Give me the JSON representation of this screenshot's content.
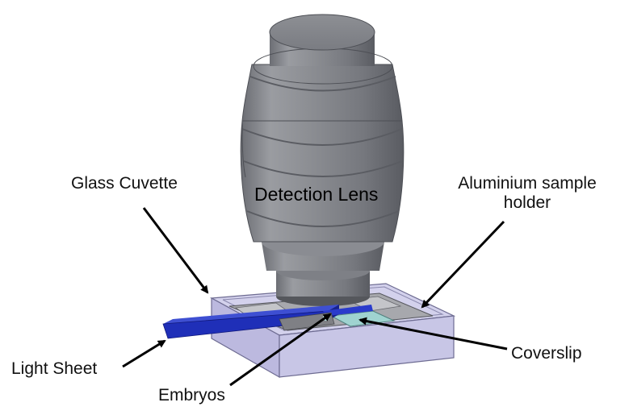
{
  "labels": {
    "glass_cuvette": "Glass Cuvette",
    "detection_lens": "Detection Lens",
    "aluminium_holder_line1": "Aluminium sample",
    "aluminium_holder_line2": "holder",
    "light_sheet": "Light Sheet",
    "embryos": "Embryos",
    "coverslip": "Coverslip"
  },
  "colors": {
    "lens_body": "#8a8c92",
    "lens_shadow": "#5e6066",
    "lens_highlight": "#b4b6bb",
    "cuvette": "#c9c7e6",
    "light_sheet": "#1f2fb8",
    "coverslip": "#9fd3d0",
    "holder": "#9a9ba0"
  }
}
